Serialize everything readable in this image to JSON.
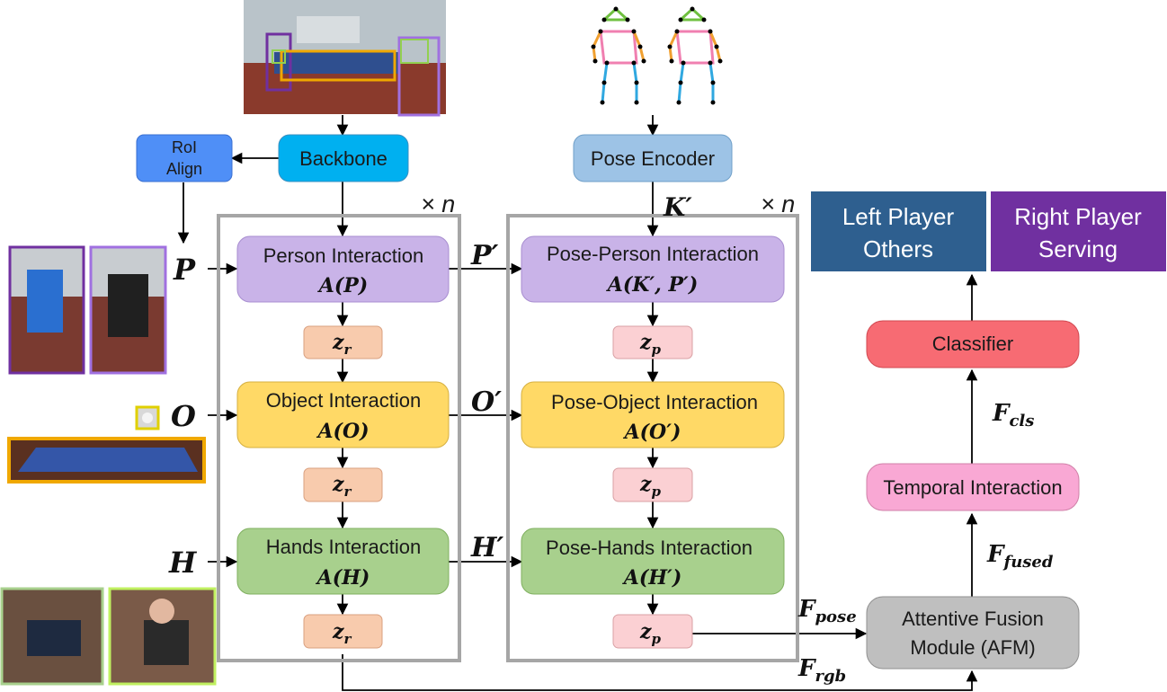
{
  "colors": {
    "person": "#c9b3e8",
    "object": "#ffd966",
    "hands": "#a8d08d",
    "zr": "#f8cbad",
    "zp": "#fbd0d3",
    "backbone": "#00b0f0",
    "roi": "#4f8ff7",
    "pose_encoder": "#9dc3e6",
    "classifier": "#f76b73",
    "temporal": "#f9a8d4",
    "afm": "#bfbfbf",
    "left_player": "#2e5f8f",
    "right_player": "#7030a0",
    "frame": "#a6a6a6"
  },
  "backbone": {
    "label": "Backbone"
  },
  "roi_align": {
    "line1": "RoI",
    "line2": "Align"
  },
  "pose_encoder": {
    "label": "Pose Encoder"
  },
  "repeat_left": "× n",
  "repeat_right": "× n",
  "inputs": {
    "P": "P",
    "O": "O",
    "H": "H"
  },
  "rgb_branch": {
    "person": {
      "title": "Person Interaction",
      "formula": "A(P)"
    },
    "object": {
      "title": "Object Interaction",
      "formula": "A(O)"
    },
    "hands": {
      "title": "Hands Interaction",
      "formula": "A(H)"
    },
    "z_label": "z",
    "z_sub": "r"
  },
  "pose_branch": {
    "k_label": "K′",
    "person": {
      "title": "Pose-Person Interaction",
      "formula": "A(K′, P′)"
    },
    "object": {
      "title": "Pose-Object Interaction",
      "formula": "A(O′)"
    },
    "hands": {
      "title": "Pose-Hands Interaction",
      "formula": "A(H′)"
    },
    "z_label": "z",
    "z_sub": "p"
  },
  "primes": {
    "P": "P′",
    "O": "O′",
    "H": "H′"
  },
  "afm": {
    "line1": "Attentive Fusion",
    "line2": "Module (AFM)"
  },
  "temporal": {
    "label": "Temporal Interaction"
  },
  "classifier": {
    "label": "Classifier"
  },
  "features": {
    "pose": {
      "main": "F",
      "sub": "pose"
    },
    "rgb": {
      "main": "F",
      "sub": "rgb"
    },
    "fused": {
      "main": "F",
      "sub": "fused"
    },
    "cls": {
      "main": "F",
      "sub": "cls"
    }
  },
  "outputs": {
    "left": {
      "line1": "Left Player",
      "line2": "Others"
    },
    "right": {
      "line1": "Right Player",
      "line2": "Serving"
    }
  }
}
